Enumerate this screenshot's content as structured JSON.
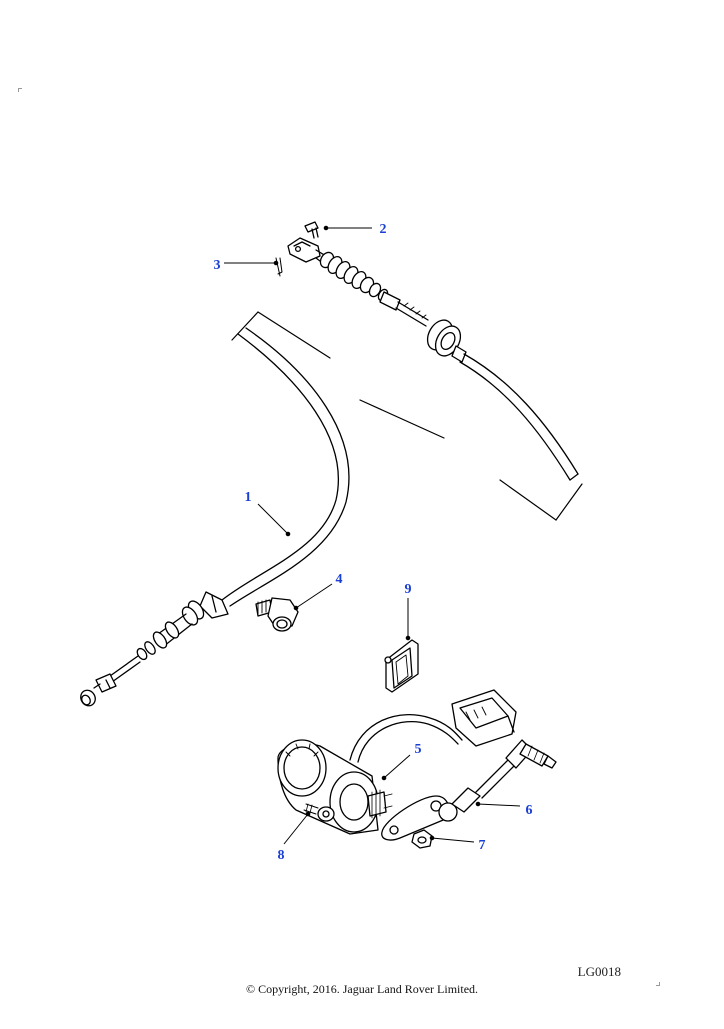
{
  "diagram": {
    "callouts": [
      {
        "id": "callout-1",
        "label": "1"
      },
      {
        "id": "callout-2",
        "label": "2"
      },
      {
        "id": "callout-3",
        "label": "3"
      },
      {
        "id": "callout-4",
        "label": "4"
      },
      {
        "id": "callout-5",
        "label": "5"
      },
      {
        "id": "callout-6",
        "label": "6"
      },
      {
        "id": "callout-7",
        "label": "7"
      },
      {
        "id": "callout-8",
        "label": "8"
      },
      {
        "id": "callout-9",
        "label": "9"
      }
    ],
    "callout_color": "#1a3fd4",
    "line_color": "#000000"
  },
  "footer": {
    "reference": "LG0018",
    "copyright": "© Copyright, 2016. Jaguar Land Rover Limited."
  }
}
